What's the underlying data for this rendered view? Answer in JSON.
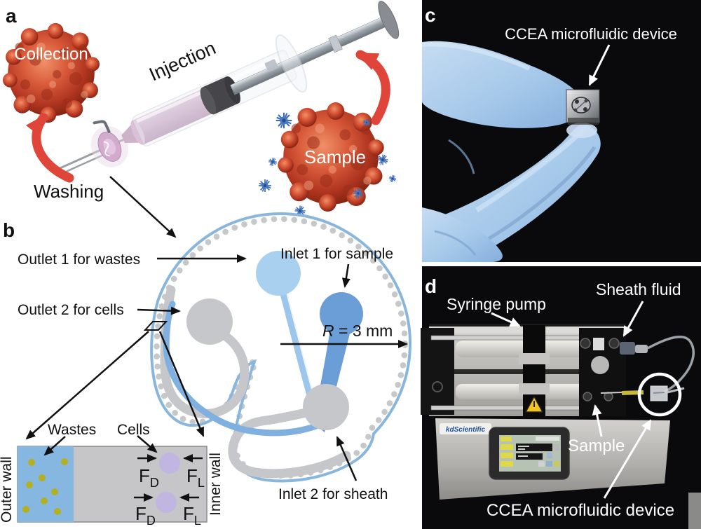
{
  "colors": {
    "red_arrow": "#e0453a",
    "inlet_blue": "#6b9dd6",
    "outlet_light_blue": "#a9d1ef",
    "channel_gray": "#c5c7ca",
    "outline_blue": "#8ab6dc",
    "wastes_dot_yellow": "#b5b021",
    "cell_purple": "#c1b5e2",
    "glove_blue": "#a6c9ea",
    "syringe_fluid_pink": "#c9a9c6",
    "warning_yellow": "#f2c41e"
  },
  "panel_a": {
    "letter": "a",
    "collection_label": "Collection",
    "injection_label": "Injection",
    "sample_label": "Sample",
    "washing_label": "Washing"
  },
  "panel_b": {
    "letter": "b",
    "outlet1_label": "Outlet 1 for wastes",
    "outlet2_label": "Outlet 2 for cells",
    "inlet1_label": "Inlet 1 for sample",
    "inlet2_label": "Inlet 2 for sheath",
    "radius_symbol": "R",
    "radius_value": " = 3 mm",
    "inset": {
      "wastes_label": "Wastes",
      "cells_label": "Cells",
      "outer_wall_label": "Outer wall",
      "inner_wall_label": "Inner wall",
      "force_symbol": "F",
      "drag_subscript": "D",
      "lift_subscript": "L"
    }
  },
  "panel_c": {
    "letter": "c",
    "device_label": "CCEA microfluidic device"
  },
  "panel_d": {
    "letter": "d",
    "pump_label": "Syringe pump",
    "sheath_label": "Sheath fluid",
    "sample_label": "Sample",
    "device_label": "CCEA microfluidic device",
    "brand": "kdScientific"
  }
}
